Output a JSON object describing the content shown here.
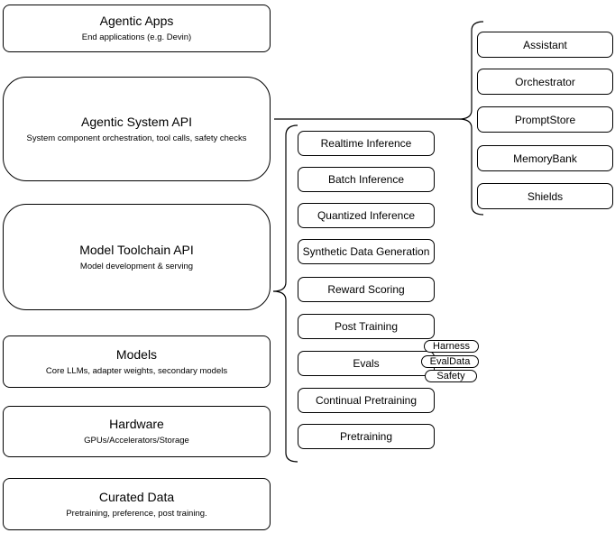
{
  "canvas": {
    "background": "#ffffff",
    "stroke_color": "#000000",
    "text_color": "#000000"
  },
  "left_stack": {
    "boxes": [
      {
        "title": "Agentic Apps",
        "subtitle": "End applications (e.g. Devin)"
      },
      {
        "title": "Agentic System API",
        "subtitle": "System component orchestration, tool calls, safety checks"
      },
      {
        "title": "Model Toolchain API",
        "subtitle": "Model development & serving"
      },
      {
        "title": "Models",
        "subtitle": "Core LLMs, adapter weights, secondary models"
      },
      {
        "title": "Hardware",
        "subtitle": "GPUs/Accelerators/Storage"
      },
      {
        "title": "Curated Data",
        "subtitle": "Pretraining, preference, post training."
      }
    ]
  },
  "toolchain_column": {
    "boxes": [
      {
        "label": "Realtime Inference"
      },
      {
        "label": "Batch Inference"
      },
      {
        "label": "Quantized Inference"
      },
      {
        "label": "Synthetic Data Generation"
      },
      {
        "label": "Reward Scoring"
      },
      {
        "label": "Post Training"
      },
      {
        "label": "Evals"
      },
      {
        "label": "Continual Pretraining"
      },
      {
        "label": "Pretraining"
      }
    ],
    "evals_tags": [
      {
        "label": "Harness"
      },
      {
        "label": "EvalData"
      },
      {
        "label": "Safety"
      }
    ]
  },
  "system_column": {
    "boxes": [
      {
        "label": "Assistant"
      },
      {
        "label": "Orchestrator"
      },
      {
        "label": "PromptStore"
      },
      {
        "label": "MemoryBank"
      },
      {
        "label": "Shields"
      }
    ]
  }
}
